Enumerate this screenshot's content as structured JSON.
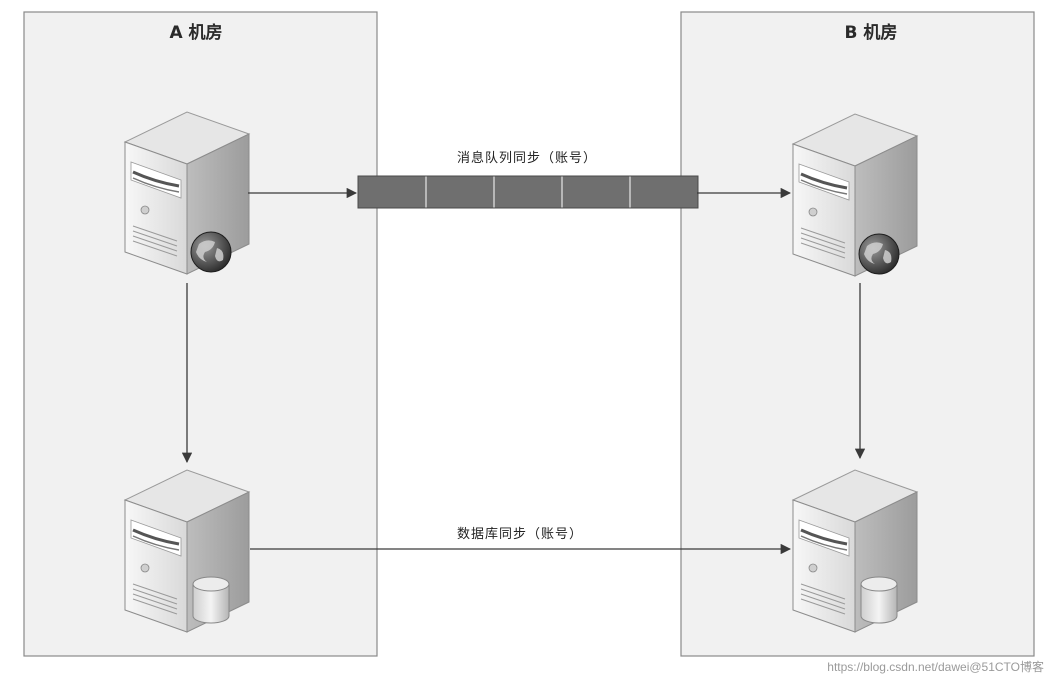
{
  "rooms": {
    "a": {
      "title": "A 机房"
    },
    "b": {
      "title": "B 机房"
    }
  },
  "flows": {
    "mq": {
      "label": "消息队列同步（账号）",
      "segments": 5
    },
    "db": {
      "label": "数据库同步（账号）"
    }
  },
  "nodes": [
    {
      "id": "a-app",
      "kind": "web-server",
      "icon": "globe-icon"
    },
    {
      "id": "a-db",
      "kind": "database-server",
      "icon": "database-cylinder-icon"
    },
    {
      "id": "b-app",
      "kind": "web-server",
      "icon": "globe-icon"
    },
    {
      "id": "b-db",
      "kind": "database-server",
      "icon": "database-cylinder-icon"
    }
  ],
  "watermark": "https://blog.csdn.net/dawei@51CTO博客",
  "colors": {
    "room_fill": "#f1f1f1",
    "room_border": "#8a8a8a",
    "queue_fill": "#6f6f6f",
    "arrow": "#3a3a3a"
  }
}
